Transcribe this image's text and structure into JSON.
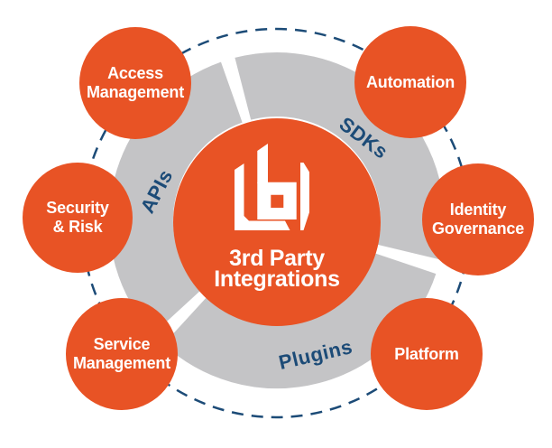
{
  "colors": {
    "orange": "#E85325",
    "gray": "#C4C4C6",
    "navy": "#1C4B77",
    "white": "#FFFFFF"
  },
  "hub": {
    "logo_icon": "beyondtrust-logo-icon",
    "title_line1": "3rd Party",
    "title_line2": "Integrations"
  },
  "ring": {
    "labels": {
      "apis": "APIs",
      "sdks": "SDKs",
      "plugins": "Plugins"
    }
  },
  "satellites": [
    {
      "id": "access-management",
      "label": "Access\nManagement"
    },
    {
      "id": "automation",
      "label": "Automation"
    },
    {
      "id": "security-risk",
      "label": "Security\n& Risk"
    },
    {
      "id": "identity-governance",
      "label": "Identity\nGovernance"
    },
    {
      "id": "service-management",
      "label": "Service\nManagement"
    },
    {
      "id": "platform",
      "label": "Platform"
    }
  ]
}
